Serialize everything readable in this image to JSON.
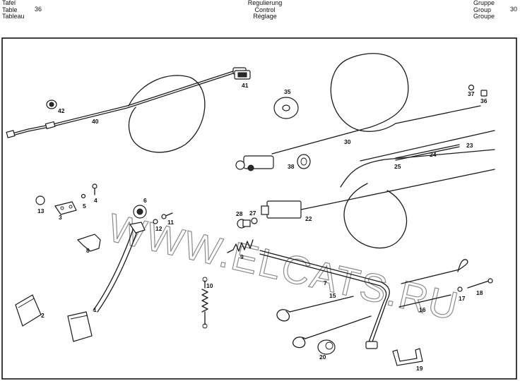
{
  "header": {
    "left_labels": [
      "Tafel",
      "Table",
      "Tableau"
    ],
    "left_number": "36",
    "center_labels": [
      "Regulierung",
      "Control",
      "Réglage"
    ],
    "right_labels": [
      "Gruppe",
      "Group",
      "Groupe"
    ],
    "right_number": "30"
  },
  "watermark": "WWW.ELCATS.RU",
  "part_labels": {
    "p1": "1",
    "p2": "2",
    "p3": "3",
    "p4": "4",
    "p5": "5",
    "p6": "6",
    "p7": "7",
    "p8": "8",
    "p9": "9",
    "p10": "10",
    "p11": "11",
    "p12": "12",
    "p13": "13",
    "p15": "15",
    "p16": "16",
    "p17": "17",
    "p18": "18",
    "p19": "19",
    "p20": "20",
    "p22": "22",
    "p23": "23",
    "p24": "24",
    "p25": "25",
    "p27": "27",
    "p28": "28",
    "p30": "30",
    "p35": "35",
    "p36": "36",
    "p37": "37",
    "p38": "38",
    "p40": "40",
    "p41": "41",
    "p42": "42"
  }
}
